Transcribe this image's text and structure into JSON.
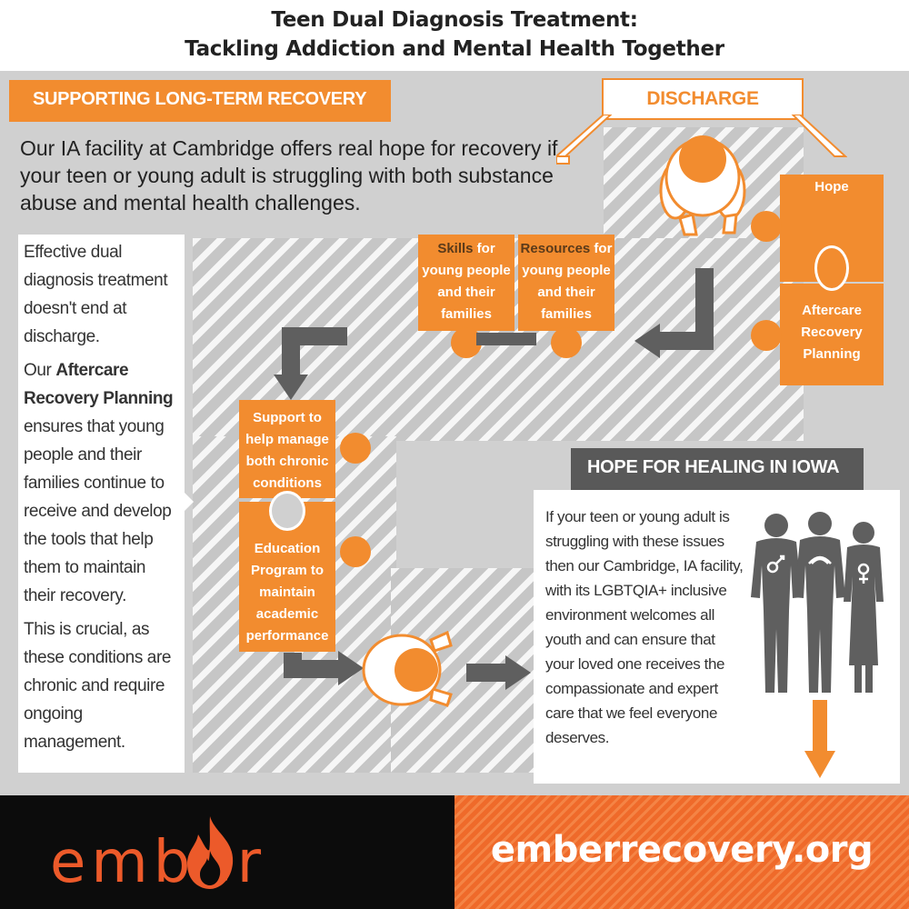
{
  "title": {
    "line1": "Teen Dual Diagnosis Treatment:",
    "line2": "Tackling Addiction and Mental Health Together"
  },
  "sections": {
    "supporting": "SUPPORTING LONG-TERM RECOVERY",
    "discharge": "DISCHARGE",
    "hope_healing": "HOPE FOR HEALING IN IOWA"
  },
  "intro": "Our IA facility at Cambridge offers real hope for recovery if your teen or young adult is struggling with both substance abuse and mental health challenges.",
  "left_text": {
    "p1": "Effective dual diagnosis treatment doesn't end at discharge.",
    "p2_prefix": "Our ",
    "p2_bold": "Aftercare Recovery Planning",
    "p2_suffix": " ensures that young people and their families continue to receive and develop the tools that help them to maintain their recovery.",
    "p3": "This is crucial, as these conditions are chronic and require ongoing management."
  },
  "puzzles": {
    "hope": "Hope",
    "aftercare": "Aftercare Recovery Planning",
    "skills_hl": "Skills",
    "skills_rest": " for young people and their families",
    "resources_hl": "Resources",
    "resources_rest": " for young people and their families",
    "support": "Support to help manage both chronic conditions",
    "education": "Education Program to maintain academic performance"
  },
  "hope_text": "If your teen or young adult is struggling with these issues then our Cambridge, IA facility, with its LGBTQIA+ inclusive environment welcomes all youth and can ensure that your loved one receives the compassionate and expert care that we feel everyone deserves.",
  "footer": {
    "logo": "ember",
    "url": "emberrecovery.org"
  },
  "colors": {
    "accent": "#f28c2f",
    "dark": "#595959",
    "footer_dark": "#0c0c0c",
    "footer_orange": "#ef6a2a"
  },
  "icons": [
    "person-topdown-icon",
    "arrow-icon",
    "people-group-icon",
    "flame-icon"
  ]
}
